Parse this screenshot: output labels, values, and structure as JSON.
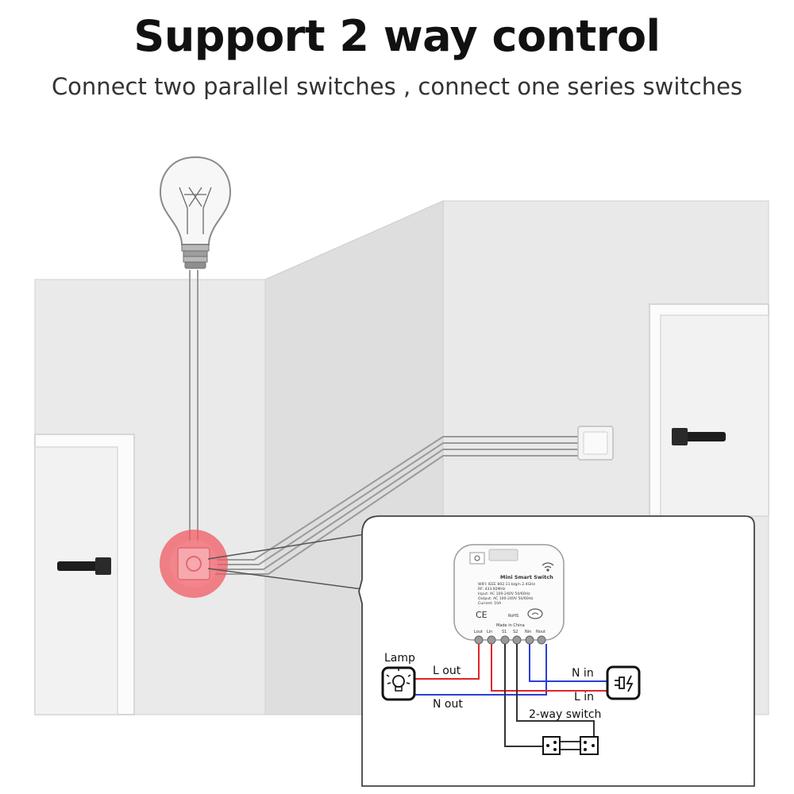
{
  "header": {
    "title": "Support 2 way control",
    "subtitle": "Connect two parallel switches , connect one series switches"
  },
  "device": {
    "name": "Mini Smart Switch",
    "specs": [
      "WIFI: IEEE 802.11 b/g/n 2.4GHz",
      "RF: 433.92MHz",
      "Input: AC 100-240V 50/60Hz",
      "Output: AC 100-240V 50/60Hz",
      "Current: 10A"
    ],
    "ce_mark": "CE",
    "rohs": "RoHS",
    "origin": "Made in China",
    "terminals": [
      "Lout",
      "Lin",
      "S1",
      "S2",
      "Nin",
      "Nout"
    ]
  },
  "wiring": {
    "lamp": "Lamp",
    "l_out": "L out",
    "n_out": "N out",
    "n_in": "N in",
    "l_in": "L in",
    "two_way_switch": "2-way switch"
  },
  "colors": {
    "live": "#e0242b",
    "neutral": "#2b3fd6",
    "wire": "#333333",
    "highlight": "#f05a63"
  },
  "icons": [
    "light-bulb",
    "wall-switch",
    "door-handle",
    "wifi-icon",
    "lamp-icon",
    "power-plug-icon",
    "switch-icon"
  ]
}
